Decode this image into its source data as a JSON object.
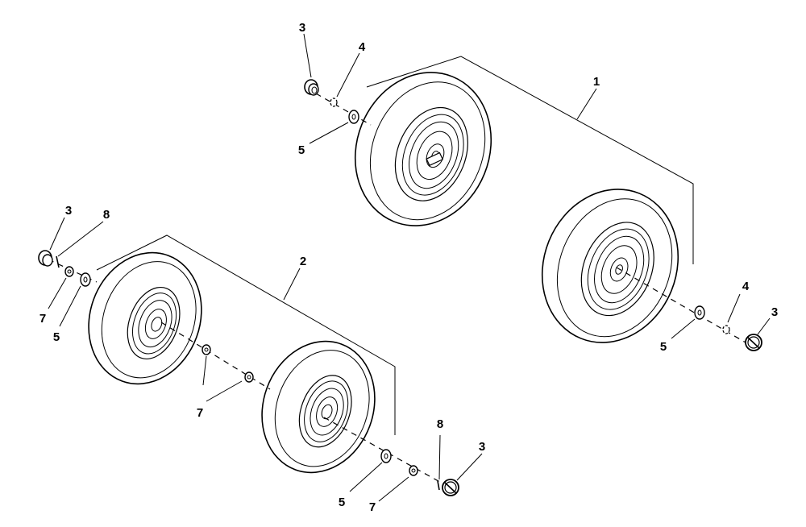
{
  "callouts": {
    "rear_assembly": "1",
    "front_assembly": "2",
    "r_cap_left": "3",
    "r_clip_left": "4",
    "r_washer_left": "5",
    "r_clip_right": "4",
    "r_cap_right": "3",
    "r_washer_right": "5",
    "f_cap_left": "3",
    "f_ring_left": "8",
    "f_spacer_left": "7",
    "f_washer_left": "5",
    "f_spacer_mid": "7",
    "f_washer_right": "5",
    "f_spacer_right": "7",
    "f_ring_right": "8",
    "f_cap_right": "3"
  }
}
